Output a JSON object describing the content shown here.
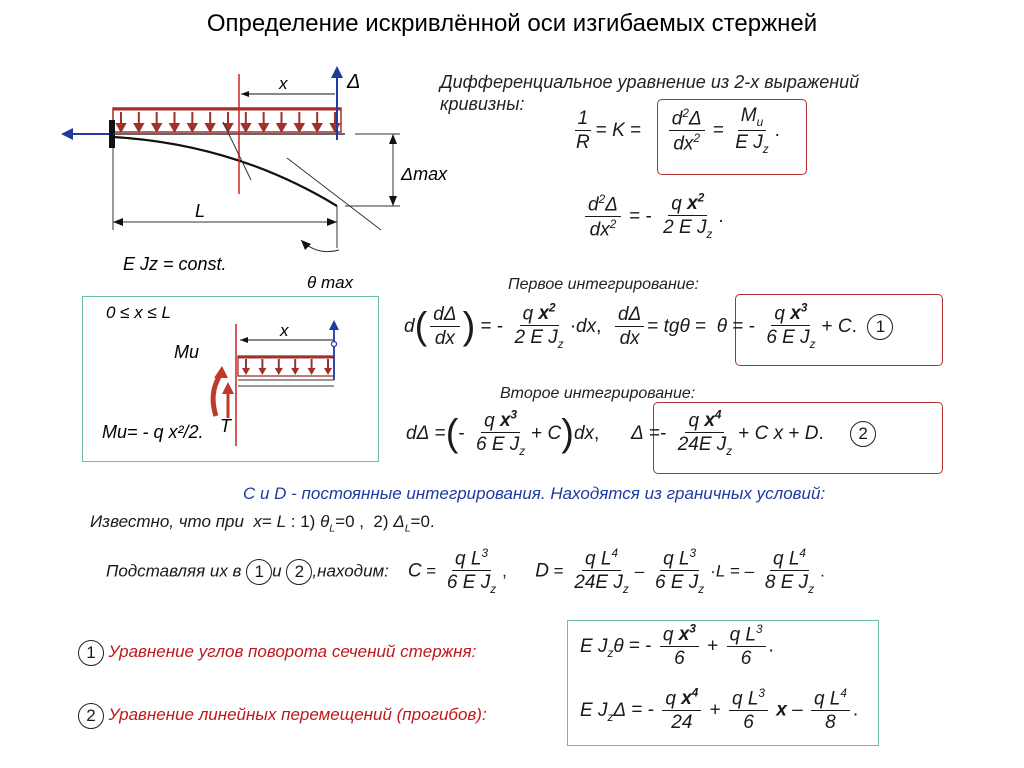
{
  "title": "Определение искривлённой оси изгибаемых стержней",
  "diagram": {
    "x": "x",
    "delta": "Δ",
    "delta_max": "Δmax",
    "L": "L",
    "EJ": "E Jz = const.",
    "theta_max": "θ max"
  },
  "inset": {
    "range": "0 ≤ x ≤ L",
    "x": "x",
    "M": "Mи",
    "T": "T",
    "M_formula": "Mи= - q x²/2."
  },
  "text": {
    "diff_heading_1": "Дифференциальное уравнение из 2-х выражений",
    "diff_heading_2": "кривизны:",
    "first_integration": "Первое интегрирование:",
    "second_integration": "Второе интегрирование:",
    "constants_note": "C и D - постоянные интегрирования. Находятся из граничных условий:",
    "known": "Известно, что при",
    "substituting": "Подставляя их в",
    "and": "и",
    "find": ",находим:",
    "eq1_label": "Уравнение углов поворота сечений стержня:",
    "eq2_label": "Уравнение линейных перемещений (прогибов):"
  },
  "marks": {
    "one": "1",
    "two": "2"
  },
  "colors": {
    "red_box": "#b03030",
    "green_box": "#6cc0a8",
    "blue_text": "#1f3aa0",
    "red_text": "#c01818",
    "load": "#a0302a"
  }
}
